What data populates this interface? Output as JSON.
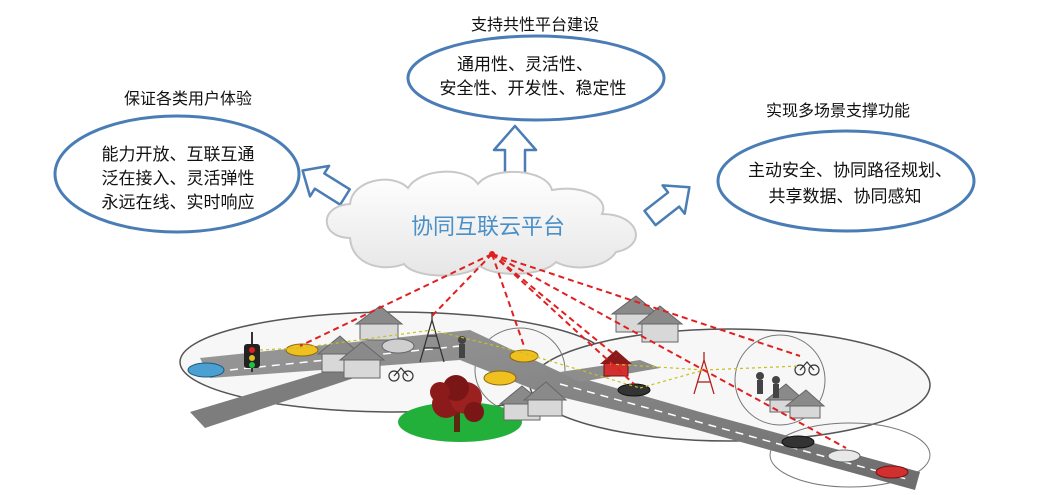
{
  "cloud": {
    "title": "协同互联云平台"
  },
  "left": {
    "heading": "保证各类用户体验",
    "lines": [
      "能力开放、互联互通",
      "泛在接入、灵活弹性",
      "永远在线、实时响应"
    ]
  },
  "top": {
    "heading": "支持共性平台建设",
    "lines": [
      "通用性、灵活性、",
      "安全性、开发性、稳定性"
    ]
  },
  "right": {
    "heading": "实现多场景支撑功能",
    "lines": [
      "主动安全、协同路径规划、",
      "共享数据、协同感知"
    ]
  },
  "colors": {
    "ellipse_stroke": "#4a7db5",
    "arrow_stroke": "#4a7db5",
    "cloud_text": "#4a90c8",
    "link": "#e02020",
    "road": "#8a8a8a",
    "grass": "#22b03a"
  }
}
